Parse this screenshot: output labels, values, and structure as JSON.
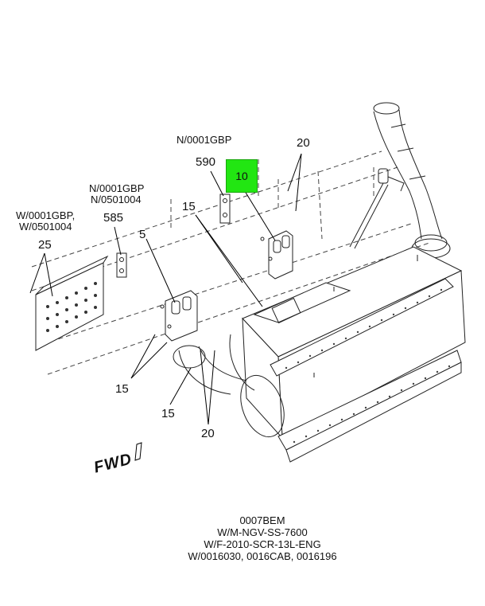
{
  "callouts": {
    "n0001gbp_top": "N/0001GBP",
    "n0001gbp_left_a": "N/0001GBP",
    "n0001gbp_left_b": "N/0501004",
    "w0001gbp_a": "W/0001GBP,",
    "w0001gbp_b": "W/0501004",
    "c590": "590",
    "c10": "10",
    "c20_top": "20",
    "c585": "585",
    "c15_top": "15",
    "c5": "5",
    "c25": "25",
    "c15_left": "15",
    "c15_bottom": "15",
    "c20_bottom": "20"
  },
  "direction": "FWD",
  "footer": {
    "line1": "0007BEM",
    "line2": "W/M-NGV-SS-7600",
    "line3": "W/F-2010-SCR-13L-ENG",
    "line4": "W/0016030, 0016CAB, 0016196"
  },
  "colors": {
    "highlight": "#22e612",
    "ink": "#111111"
  }
}
